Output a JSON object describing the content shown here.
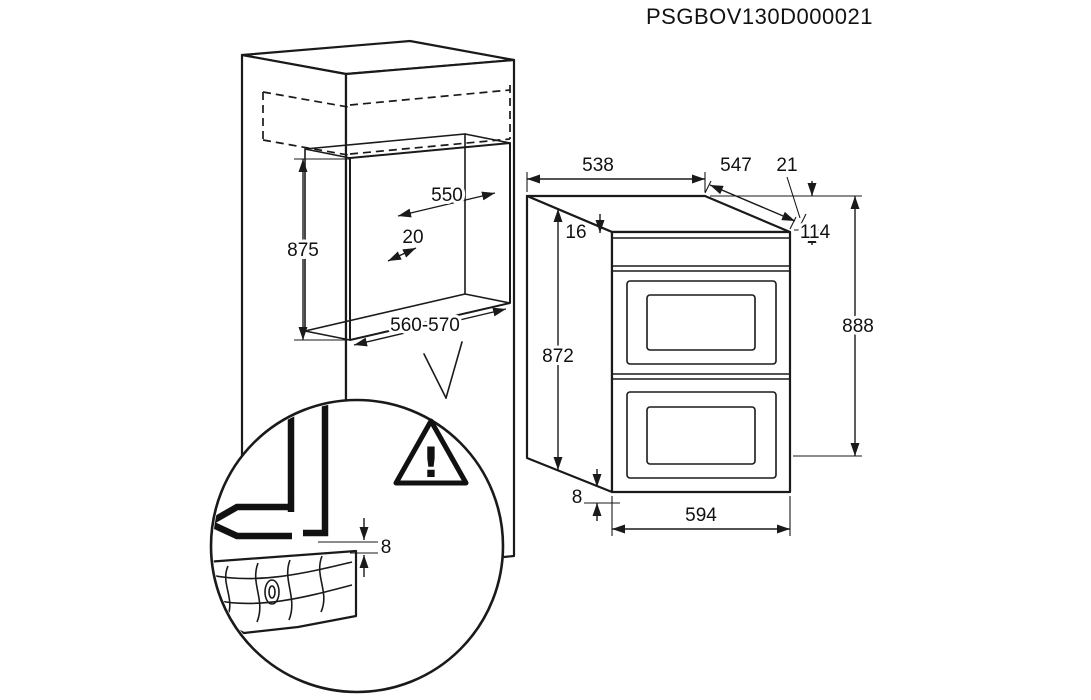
{
  "title_code": "PSGBOV130D000021",
  "cabinet": {
    "niche_height": "875",
    "niche_depth": "550",
    "rear_gap": "20",
    "niche_width": "560-570"
  },
  "oven": {
    "top_width": "538",
    "depth": "547",
    "front_overhang": "21",
    "top_trim": "16",
    "panel_height": "114",
    "body_height": "872",
    "total_height": "888",
    "bottom_gap": "8",
    "front_width": "594"
  },
  "detail": {
    "gap": "8",
    "warning_mark": "!"
  }
}
